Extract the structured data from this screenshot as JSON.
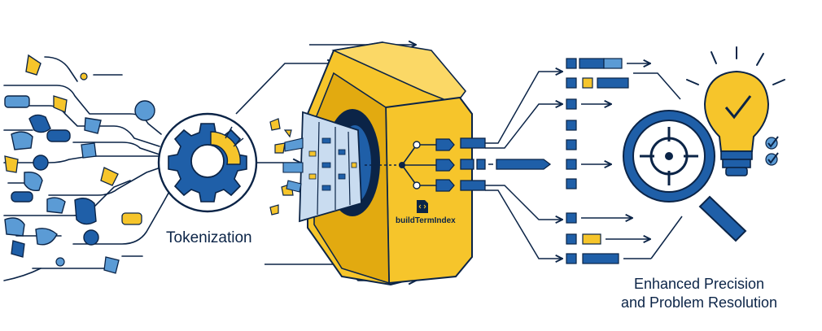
{
  "labels": {
    "tokenization": "Tokenization",
    "build_term_index": "buildTermIndex",
    "outcome_line1": "Enhanced Precision",
    "outcome_line2": "and Problem Resolution"
  },
  "colors": {
    "navy": "#0b2447",
    "blue": "#1f5fa8",
    "light_blue": "#5b9bd5",
    "pale_blue": "#c9dcf0",
    "yellow": "#f6c52b",
    "yellow_dark": "#e2aa10",
    "yellow_light": "#fbd866"
  },
  "icons": [
    "gear-icon",
    "filter-screen-icon",
    "magnifier-target-icon",
    "lightbulb-icon",
    "checkmark-icon",
    "file-code-icon"
  ]
}
